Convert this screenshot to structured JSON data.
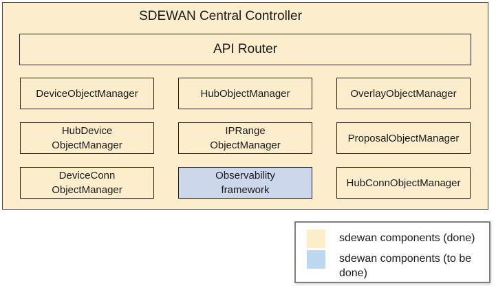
{
  "colors": {
    "component_done_fill": "#FCEECD",
    "component_todo_fill": "#CDD7EC",
    "legend_done_swatch": "#FBEEC9",
    "legend_todo_swatch": "#BDD7EE",
    "outer_border": "#434343",
    "box_border": "#1F1F1F",
    "legend_border": "#7F7F7F"
  },
  "diagram": {
    "title": "SDEWAN Central Controller",
    "api_router": {
      "label": "API Router"
    },
    "components": [
      {
        "label": "DeviceObjectManager",
        "status": "done"
      },
      {
        "label": "HubObjectManager",
        "status": "done"
      },
      {
        "label": "OverlayObjectManager",
        "status": "done"
      },
      {
        "label": "HubDevice\nObjectManager",
        "status": "done"
      },
      {
        "label": "IPRange\nObjectManager",
        "status": "done"
      },
      {
        "label": "ProposalObjectManager",
        "status": "done"
      },
      {
        "label": "DeviceConn\nObjectManager",
        "status": "done"
      },
      {
        "label": "Observability\nframework",
        "status": "todo"
      },
      {
        "label": "HubConnObjectManager",
        "status": "done"
      }
    ]
  },
  "legend": {
    "items": [
      {
        "label": "sdewan components (done)",
        "swatch": "cream"
      },
      {
        "label": "sdewan components (to be done)",
        "swatch": "blue"
      }
    ]
  }
}
